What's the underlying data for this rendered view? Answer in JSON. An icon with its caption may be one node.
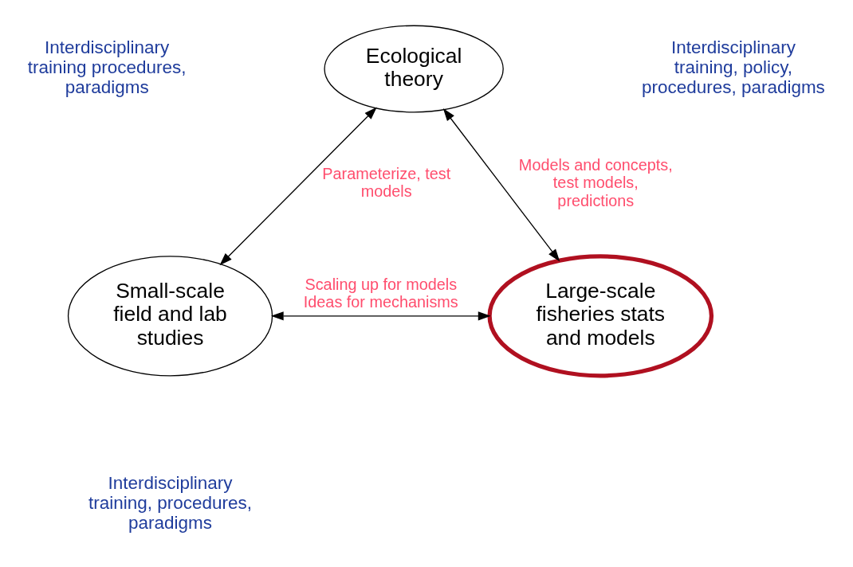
{
  "diagram": {
    "nodes": [
      {
        "text": [
          "Ecological theory"
        ]
      },
      {
        "text": [
          "Small-scale field and lab studies"
        ]
      },
      {
        "text": [
          "Large-scale fisheries stats and models"
        ]
      }
    ],
    "edges": [
      {
        "from": 0,
        "to": 1,
        "arrow": "both",
        "label": "Parameterize, test models"
      },
      {
        "from": 0,
        "to": 2,
        "arrow": "both",
        "label": "Models and concepts, test models, predictions"
      },
      {
        "from": 1,
        "to": 2,
        "arrow": "both",
        "label": "Scaling up for models Ideas for mechanisms"
      }
    ],
    "labels": [
      "Interdisciplinary training procedures, paradigms",
      "Interdisciplinary training, policy, procedures, paradigms",
      "Interdisciplinary training, procedures, paradigms"
    ]
  }
}
